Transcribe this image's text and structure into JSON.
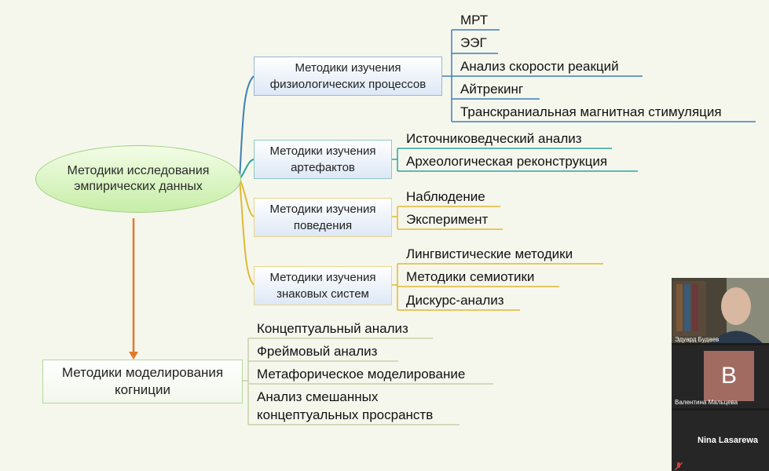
{
  "colors": {
    "blue": "#3f7fb5",
    "teal": "#2aa3a3",
    "yellow": "#e0b934",
    "orange": "#e07a2a",
    "leaf_line": "#c8cfa8"
  },
  "root": {
    "line1": "Методики исследования",
    "line2": "эмпирических данных"
  },
  "branches": [
    {
      "line1": "Методики изучения",
      "line2": "физиологических процессов",
      "leaves": [
        "МРТ",
        "ЭЭГ",
        "Анализ скорости реакций",
        "Айтрекинг",
        "Транскраниальная магнитная стимуляция"
      ]
    },
    {
      "line1": "Методики изучения",
      "line2": "артефактов",
      "leaves": [
        "Источниковедческий анализ",
        "Археологическая реконструкция"
      ]
    },
    {
      "line1": "Методики изучения",
      "line2": "поведения",
      "leaves": [
        "Наблюдение",
        "Эксперимент"
      ]
    },
    {
      "line1": "Методики изучения",
      "line2": "знаковых систем",
      "leaves": [
        "Лингвистические методики",
        "Методики семиотики",
        "Дискурс-анализ"
      ]
    }
  ],
  "modeling": {
    "line1": "Методики моделирования",
    "line2": "когниции",
    "leaves": [
      "Концептуальный анализ",
      "Фреймовый анализ",
      "Метафорическое моделирование",
      "Анализ смешанных",
      "концептуальных просранств"
    ]
  },
  "participants": [
    {
      "name": "Эдуард Будаев"
    },
    {
      "name": "Валентина Мальцева",
      "initial": "В"
    },
    {
      "name": "Nina Lasarewa"
    }
  ]
}
